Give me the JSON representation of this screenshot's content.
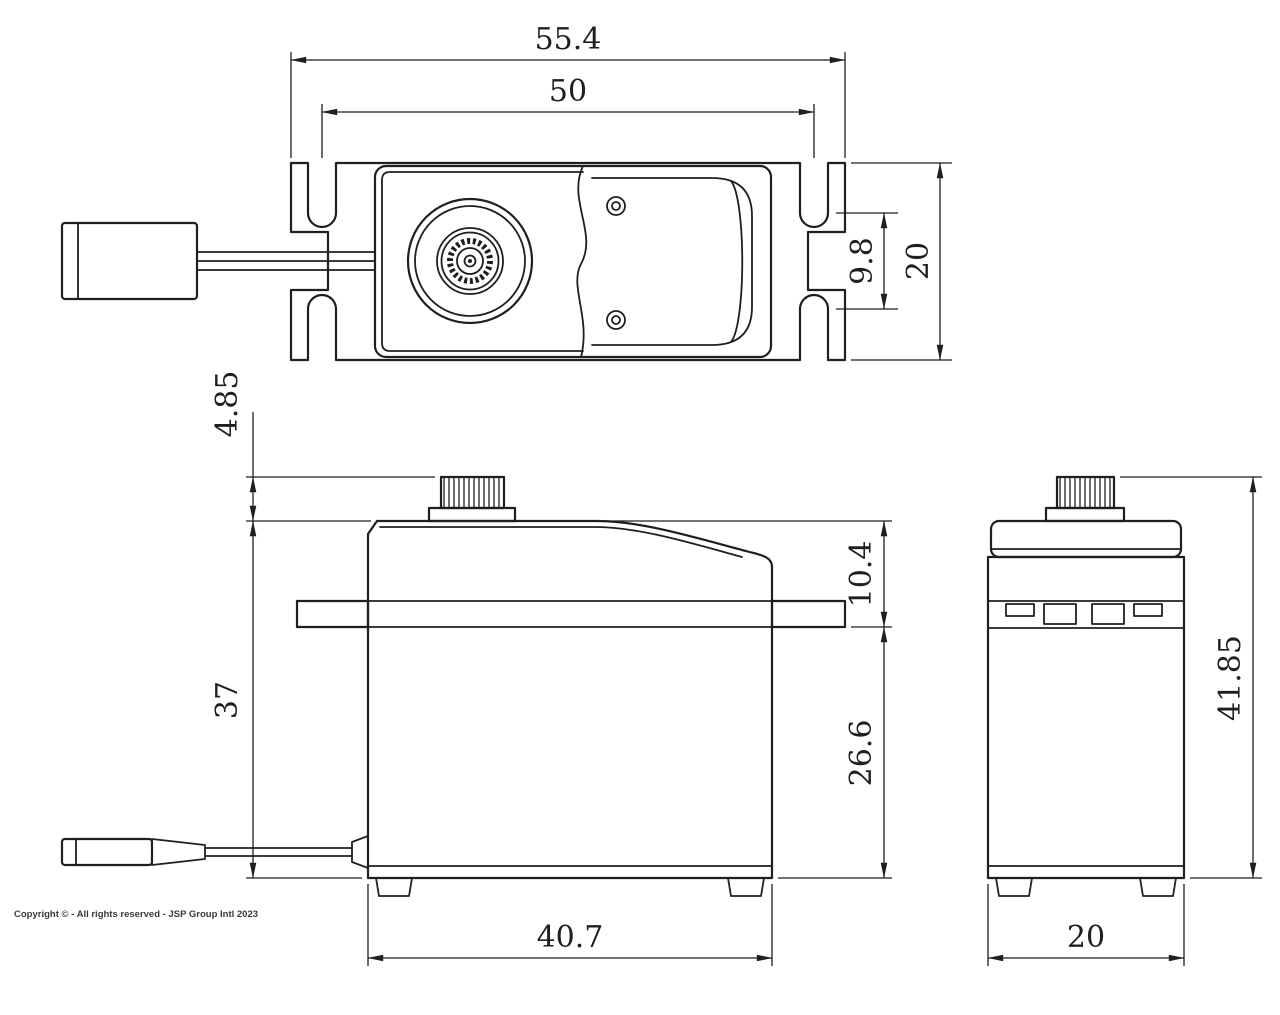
{
  "page": {
    "background_color": "#ffffff",
    "line_color": "#1f1f1f",
    "copyright": "Copyright © - All rights reserved - JSP Group Intl 2023"
  },
  "dims": {
    "top_view": {
      "overall_length": "55.4",
      "mounting_hole_span": "50",
      "mounting_hole_pitch": "9.8",
      "body_depth": "20"
    },
    "front_view": {
      "spline_height": "4.85",
      "case_height": "37",
      "top_to_flange": "10.4",
      "flange_to_bottom": "26.6",
      "case_length": "40.7"
    },
    "end_view": {
      "overall_height": "41.85",
      "body_width": "20"
    }
  }
}
